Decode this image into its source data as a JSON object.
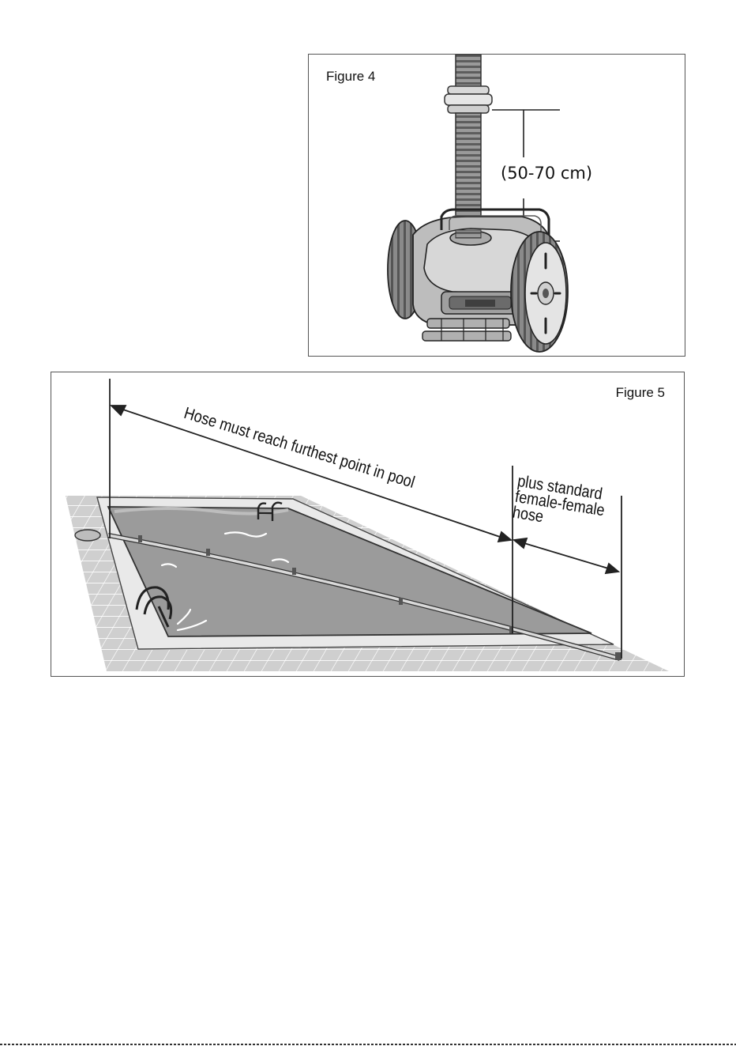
{
  "figure4": {
    "label": "Figure 4",
    "measurement": "(50-70 cm)"
  },
  "figure5": {
    "label": "Figure 5",
    "hose_reach_label": "Hose must reach furthest point in pool",
    "extra_hose_lines": [
      "plus standard",
      "female-female",
      "hose"
    ]
  }
}
